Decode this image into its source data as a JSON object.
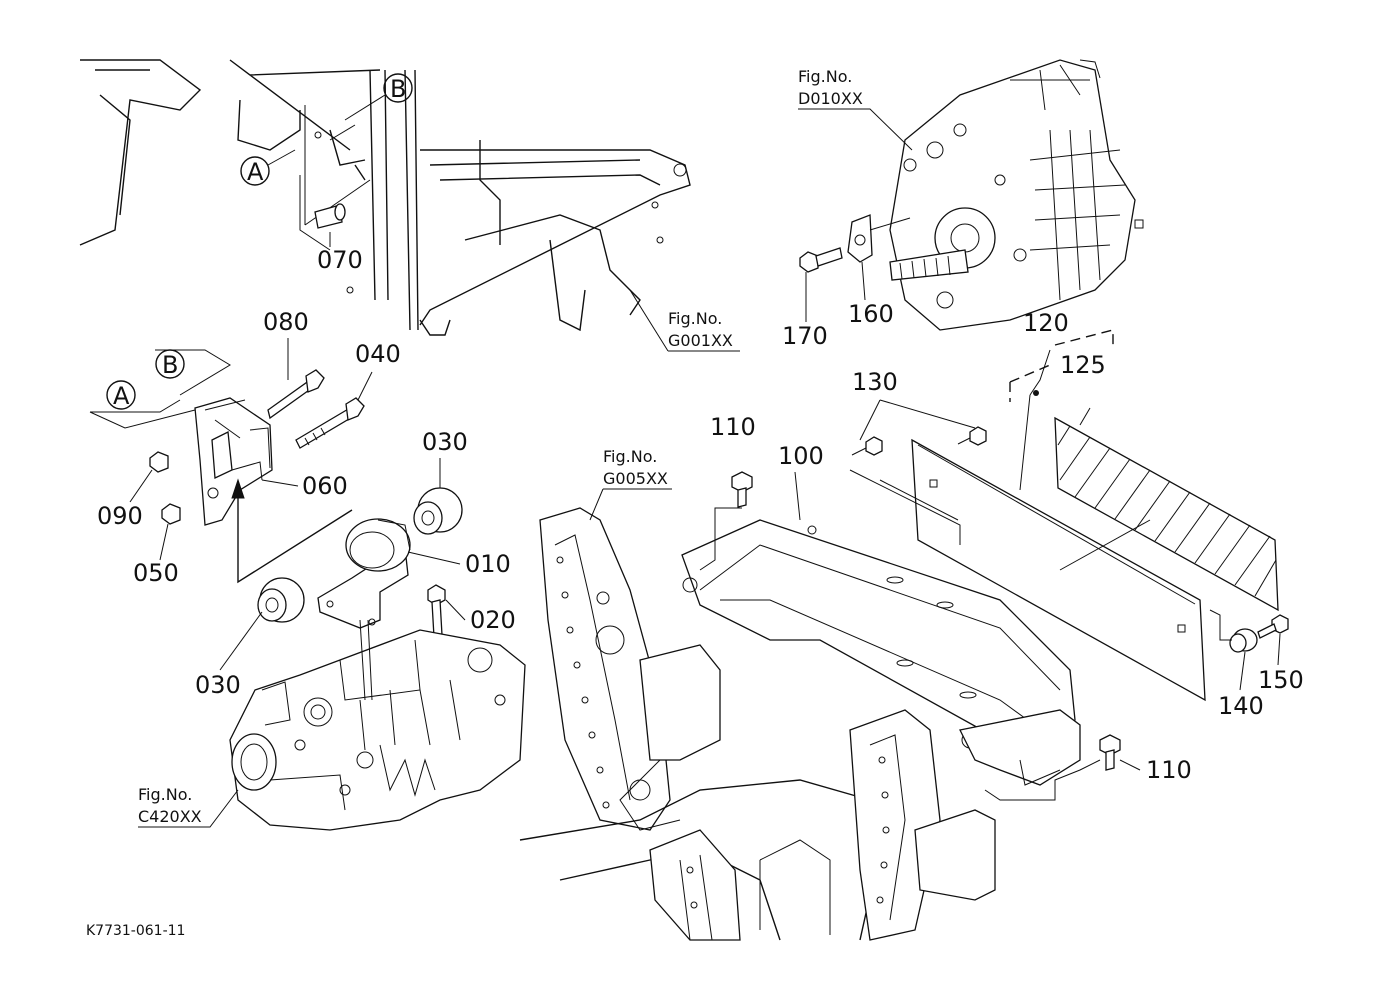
{
  "diagram": {
    "image_code": "K7731-061-11",
    "fig_refs": [
      {
        "id": "d010",
        "label": "Fig.No.",
        "code": "D010XX"
      },
      {
        "id": "g001",
        "label": "Fig.No.",
        "code": "G001XX"
      },
      {
        "id": "g005",
        "label": "Fig.No.",
        "code": "G005XX"
      },
      {
        "id": "c420",
        "label": "Fig.No.",
        "code": "C420XX"
      }
    ],
    "connectors": [
      "A",
      "B"
    ],
    "part_numbers": [
      "010",
      "020",
      "030",
      "040",
      "050",
      "060",
      "070",
      "080",
      "090",
      "100",
      "110",
      "120",
      "125",
      "130",
      "140",
      "150",
      "160",
      "170"
    ],
    "callouts": {
      "p010": "010",
      "p020": "020",
      "p030a": "030",
      "p030b": "030",
      "p040": "040",
      "p050": "050",
      "p060": "060",
      "p070": "070",
      "p080": "080",
      "p090": "090",
      "p100": "100",
      "p110a": "110",
      "p110b": "110",
      "p120": "120",
      "p125": "125",
      "p130": "130",
      "p140": "140",
      "p150": "150",
      "p160": "160",
      "p170": "170"
    },
    "connector_labels": {
      "a1": "A",
      "a2": "A",
      "b1": "B",
      "b2": "B"
    }
  }
}
